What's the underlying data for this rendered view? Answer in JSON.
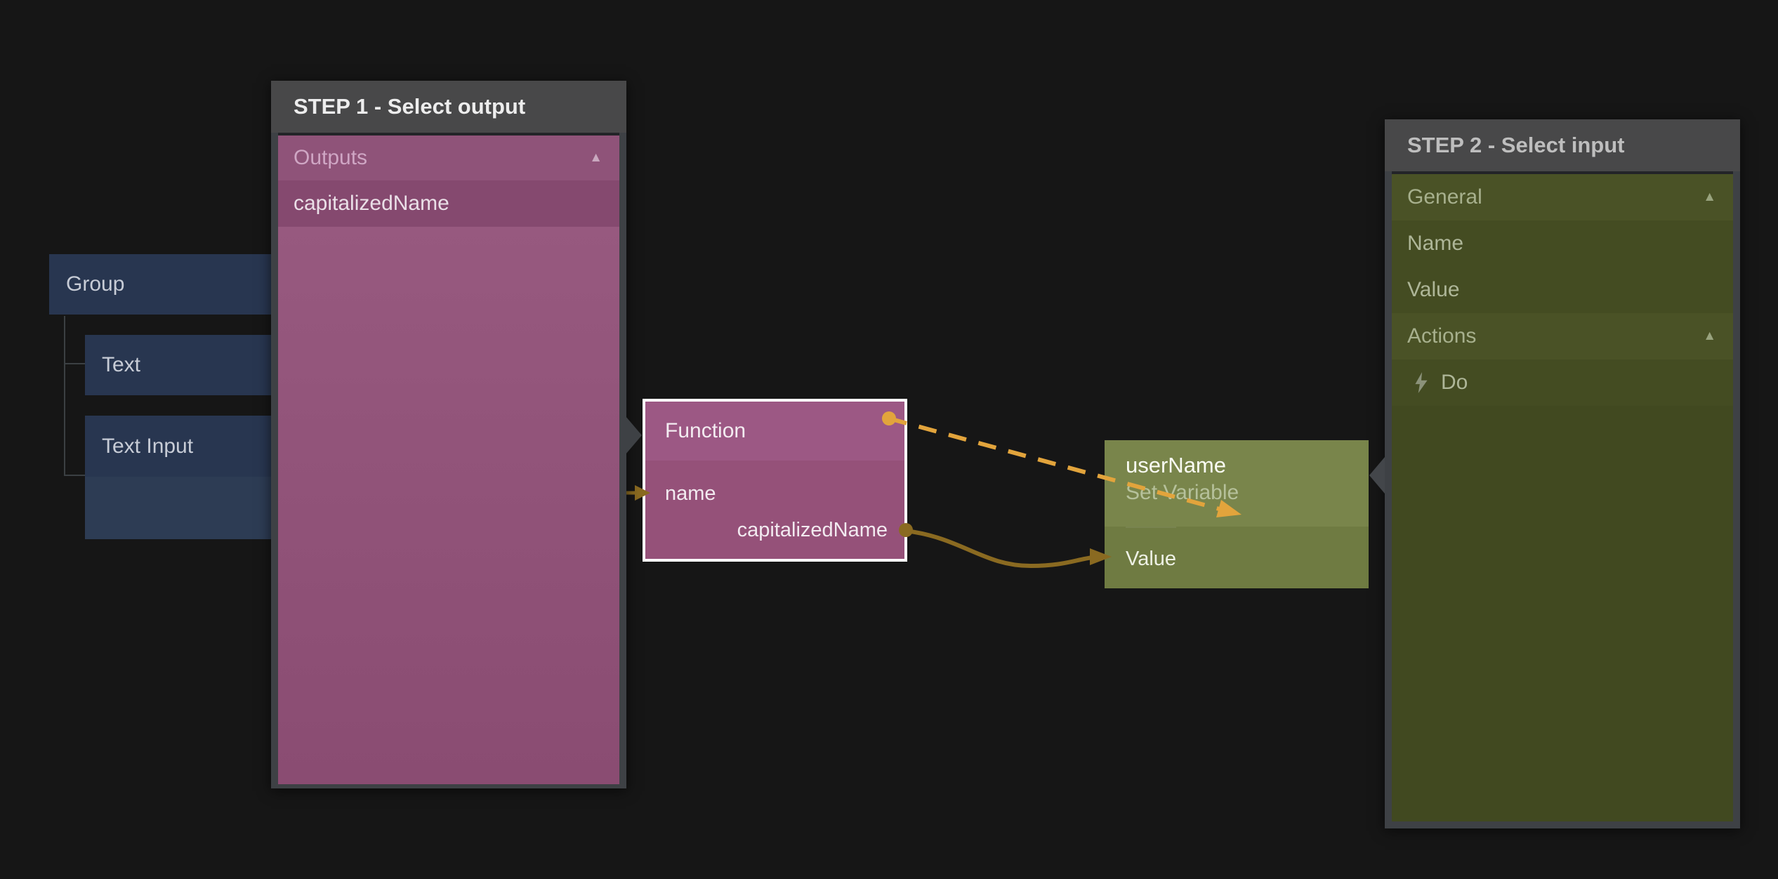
{
  "canvas": {
    "background": "#161616"
  },
  "tree": {
    "root": {
      "label": "Group"
    },
    "children": [
      {
        "label": "Text"
      },
      {
        "label": "Text Input"
      }
    ]
  },
  "function_node": {
    "title": "Function",
    "inputs": [
      {
        "label": "name"
      }
    ],
    "outputs": [
      {
        "label": "capitalizedName"
      }
    ]
  },
  "variable_node": {
    "title": "userName",
    "subtitle": "Set Variable",
    "inputs": [
      {
        "label": "Value"
      }
    ]
  },
  "step1_panel": {
    "title": "STEP 1 - Select output",
    "section": {
      "label": "Outputs"
    },
    "items": [
      {
        "label": "capitalizedName"
      }
    ]
  },
  "step2_panel": {
    "title": "STEP 2 - Select input",
    "sections": [
      {
        "label": "General",
        "items": [
          {
            "label": "Name"
          },
          {
            "label": "Value"
          }
        ]
      },
      {
        "label": "Actions",
        "items": [
          {
            "label": "Do"
          }
        ]
      }
    ]
  },
  "icons": {
    "collapse_caret": "▲"
  },
  "colors": {
    "background": "#161616",
    "signal_connection": "#e2a43c",
    "data_connection": "#8a6a21",
    "component_node": "#283650",
    "function_node_header": "#9c5884",
    "function_node_body": "#955179",
    "variable_node_header": "#79854b",
    "variable_node_body": "#6f7b42",
    "step1_section_row": "#8f5379",
    "step1_item_row": "#85496f",
    "step2_section_row": "#4a5226",
    "step2_item_row": "#444c22",
    "panel_header_bar": "#484849",
    "panel_frame": "#3e4145"
  }
}
